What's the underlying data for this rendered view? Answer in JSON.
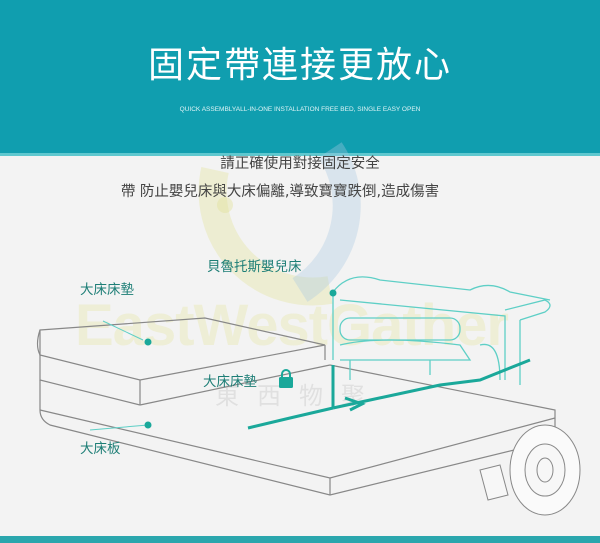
{
  "header": {
    "title": "固定帶連接更放心",
    "subtitle": "QUICK ASSEMBLYALL-IN-ONE INSTALLATION FREE BED, SINGLE EASY OPEN"
  },
  "notice": {
    "line1": "請正確使用對接固定安全",
    "line2": "帶 防止嬰兒床與大床偏離,導致寶寶跌倒,造成傷害"
  },
  "labels": {
    "crib": "貝魯托斯嬰兒床",
    "mattress_top": "大床床墊",
    "mattress_mid": "大床床墊",
    "bed_board": "大床板"
  },
  "watermark": {
    "latin": "EastWestGather",
    "chinese": "東西物聚"
  },
  "colors": {
    "header": "#109eaf",
    "accent": "#1aa89a",
    "label": "#1d7e76"
  },
  "icons": [
    "lock-icon",
    "arrow-icon",
    "strap-roll-icon"
  ]
}
